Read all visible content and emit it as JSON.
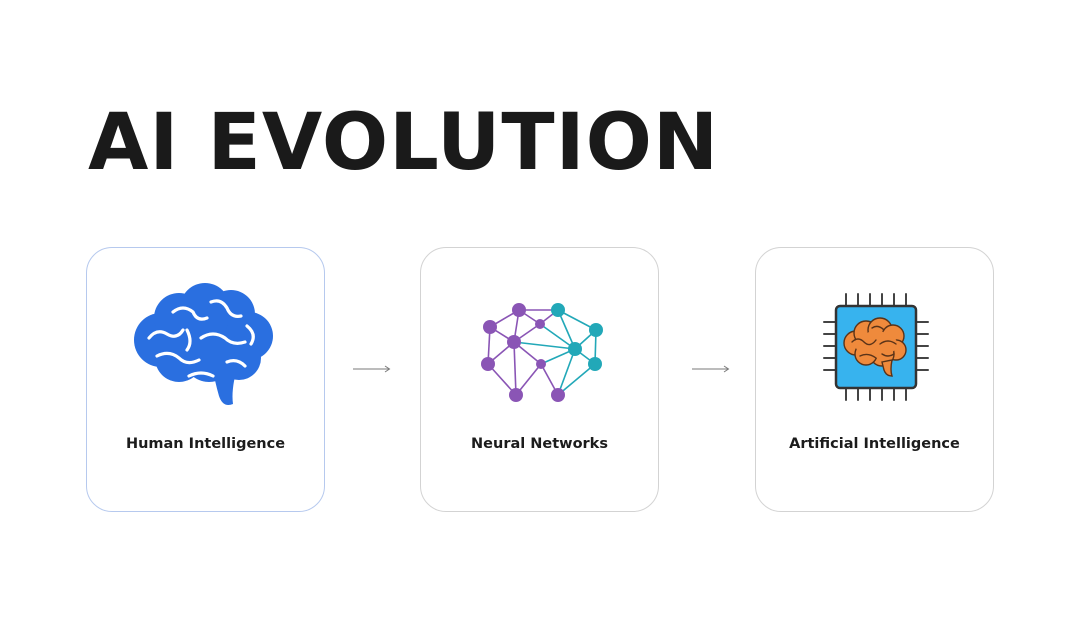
{
  "title": "AI EVOLUTION",
  "stages": [
    {
      "label": "Human Intelligence",
      "icon": "brain-icon"
    },
    {
      "label": "Neural Networks",
      "icon": "neural-network-icon"
    },
    {
      "label": "Artificial Intelligence",
      "icon": "chip-brain-icon"
    }
  ],
  "colors": {
    "brain_blue": "#2a6fe0",
    "network_purple": "#8a55b5",
    "network_teal": "#22a8b8",
    "chip_blue": "#37b3ee",
    "chip_brain_orange": "#ef8a3c",
    "highlight_border": "#b6c9ee"
  }
}
